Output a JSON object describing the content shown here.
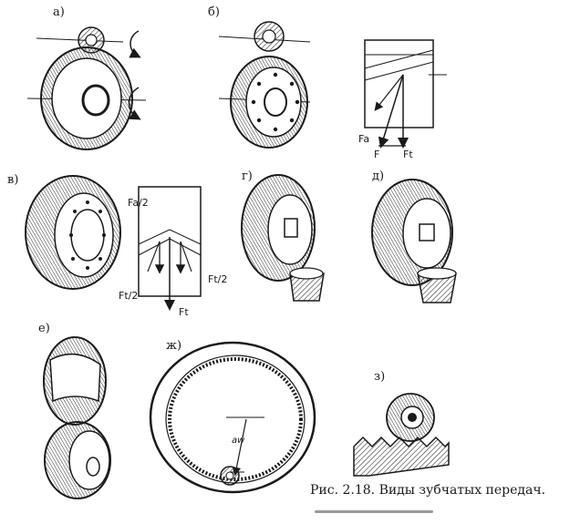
{
  "labels": {
    "a": "а)",
    "b": "б)",
    "v": "в)",
    "g": "г)",
    "d": "д)",
    "e": "е)",
    "zh": "ж)",
    "z": "з)"
  },
  "forces": {
    "fa": "Fa",
    "f": "F",
    "ft": "Ft",
    "fa_half": "Fa/2",
    "ft_half_left": "Ft/2",
    "ft_half_right": "Ft/2",
    "ft_bottom": "Ft",
    "aw": "aw"
  },
  "caption": "Рис. 2.18. Виды зубчатых передач."
}
